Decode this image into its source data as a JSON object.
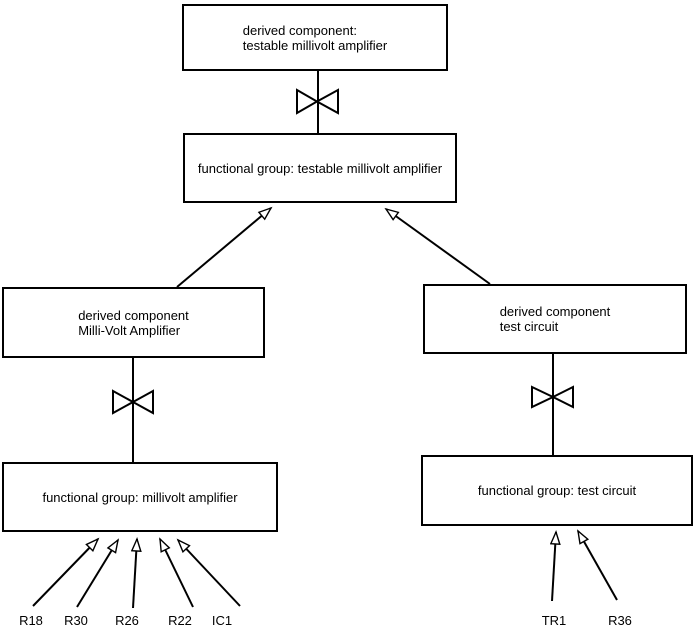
{
  "diagram": {
    "nodes": {
      "derived_testable": {
        "line1": "derived component:",
        "line2": "testable millivolt amplifier"
      },
      "fg_testable": {
        "label": "functional group: testable millivolt amplifier"
      },
      "derived_mva": {
        "line1": "derived component",
        "line2": "Milli-Volt Amplifier"
      },
      "derived_test": {
        "line1": "derived component",
        "line2": "test circuit"
      },
      "fg_mva": {
        "label": "functional group: millivolt amplifier"
      },
      "fg_test": {
        "label": "functional group: test circuit"
      }
    },
    "components": {
      "left": [
        "R18",
        "R30",
        "R26",
        "R22",
        "IC1"
      ],
      "right": [
        "TR1",
        "R36"
      ]
    },
    "colors": {
      "line": "#000000",
      "background": "#ffffff",
      "box_fill": "#ffffff"
    }
  }
}
